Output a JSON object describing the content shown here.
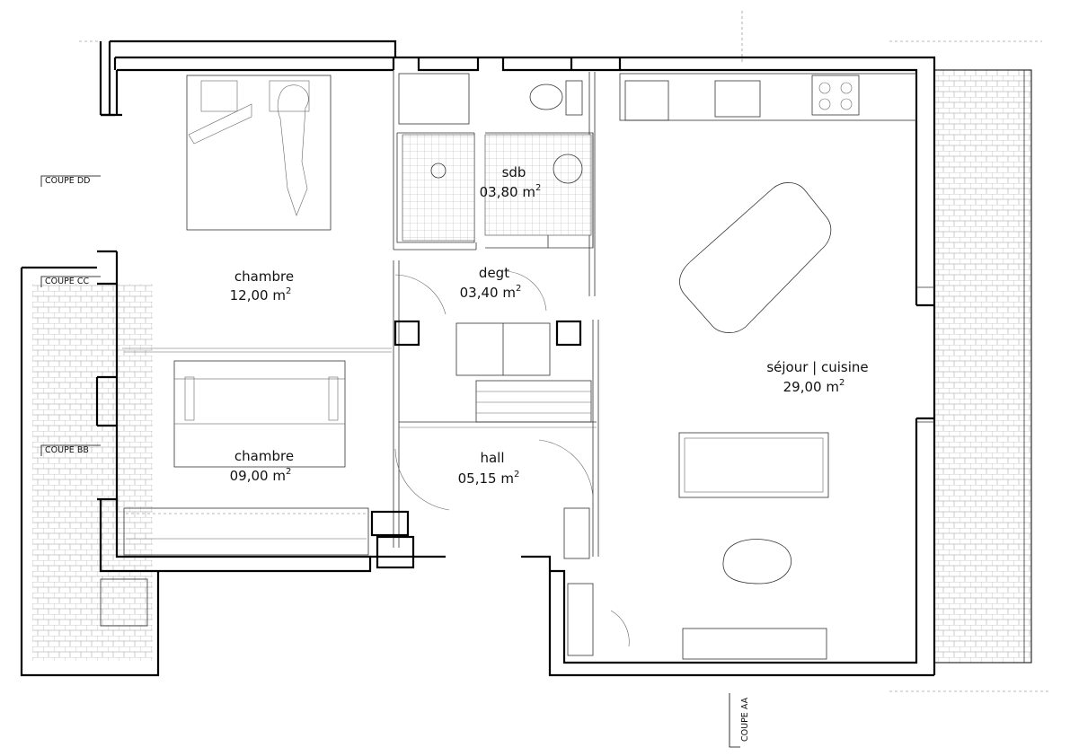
{
  "rooms": [
    {
      "id": "chambre-1",
      "name": "chambre",
      "area": "12,00 m",
      "sup": "2"
    },
    {
      "id": "sdb",
      "name": "sdb",
      "area": "03,80 m",
      "sup": "2"
    },
    {
      "id": "degt",
      "name": "degt",
      "area": "03,40 m",
      "sup": "2"
    },
    {
      "id": "chambre-2",
      "name": "chambre",
      "area": "09,00 m",
      "sup": "2"
    },
    {
      "id": "hall",
      "name": "hall",
      "area": "05,15 m",
      "sup": "2"
    },
    {
      "id": "sejour",
      "name": "séjour | cuisine",
      "area": "29,00 m",
      "sup": "2"
    }
  ],
  "sections": {
    "dd": "COUPE DD",
    "cc": "COUPE CC",
    "bb": "COUPE BB",
    "aa": "COUPE AA"
  },
  "colors": {
    "line": "#000000",
    "hatch": "#666666"
  }
}
